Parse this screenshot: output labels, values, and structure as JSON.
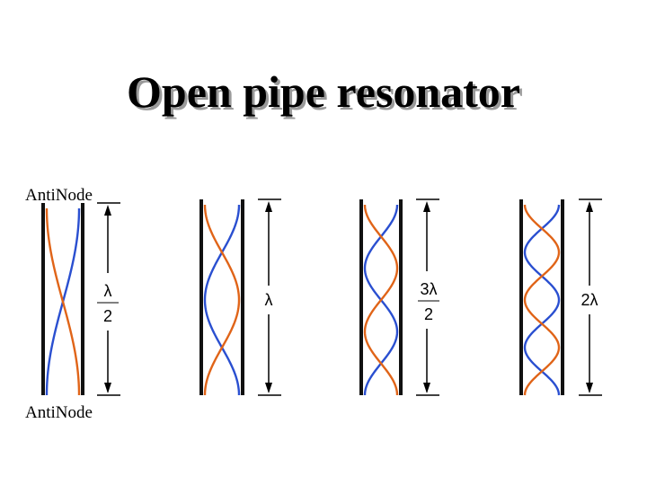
{
  "title": "Open pipe resonator",
  "top_label": "AntiNode",
  "bottom_label": "AntiNode",
  "colors": {
    "blue": "#2a4fd0",
    "orange": "#e06418",
    "tube": "#111111"
  },
  "pipes": [
    {
      "half_wavelengths": 1,
      "length_label_top": "λ",
      "length_label_bottom": "2"
    },
    {
      "half_wavelengths": 2,
      "length_label_top": "λ",
      "length_label_bottom": ""
    },
    {
      "half_wavelengths": 3,
      "length_label_top": "3λ",
      "length_label_bottom": "2"
    },
    {
      "half_wavelengths": 4,
      "length_label_top": "2λ",
      "length_label_bottom": ""
    }
  ]
}
